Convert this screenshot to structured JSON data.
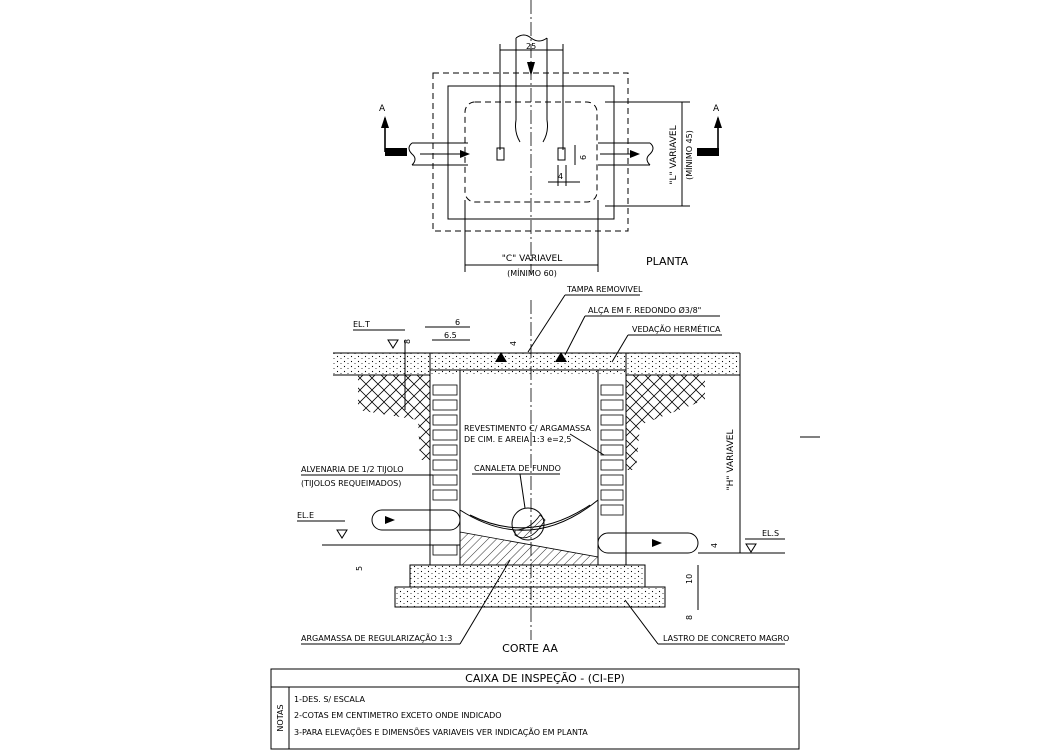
{
  "plan": {
    "section_marker": "A",
    "dim_25": "25",
    "dim_6": "6",
    "dim_4": "4",
    "dim_L": "\"L\" VARIAVEL",
    "dim_L_min": "(MÍNIMO 45)",
    "dim_C": "\"C\" VARIAVEL",
    "dim_C_min": "(MÍNIMO 60)",
    "title": "PLANTA"
  },
  "section": {
    "tampa": "TAMPA REMOVIVEL",
    "alca": "ALÇA EM F. REDONDO Ø3/8\"",
    "vedacao": "VEDAÇÃO HERMÉTICA",
    "el_t": "EL.T",
    "el_e": "EL.E",
    "el_s": "EL.S",
    "dim_8": "8",
    "dim_6": "6",
    "dim_65": "6.5",
    "dim_4": "4",
    "dim_10": "10",
    "dim_8b": "8",
    "dim_5": "5",
    "dim_4b": "4",
    "dim_H": "\"H\" VARIAVEL",
    "revestimento_1": "REVESTIMENTO C/ ARGAMASSA",
    "revestimento_2": "DE CIM. E AREIA 1:3 e=2,5",
    "canaleta": "CANALETA DE FUNDO",
    "alvenaria_1": "ALVENARIA DE 1/2 TIJOLO",
    "alvenaria_2": "(TIJOLOS REQUEIMADOS)",
    "argamassa": "ARGAMASSA DE REGULARIZAÇÃO 1:3",
    "lastro": "LASTRO DE CONCRETO MAGRO",
    "title": "CORTE AA"
  },
  "title_block": {
    "title": "CAIXA DE INSPEÇÃO - (CI-EP)",
    "notes_label": "NOTAS",
    "notes": [
      "1-DES. S/ ESCALA",
      "2-COTAS EM CENTIMETRO EXCETO ONDE INDICADO",
      "3-PARA ELEVAÇÕES E DIMENSÕES VARIAVEIS VER INDICAÇÃO EM PLANTA"
    ]
  }
}
